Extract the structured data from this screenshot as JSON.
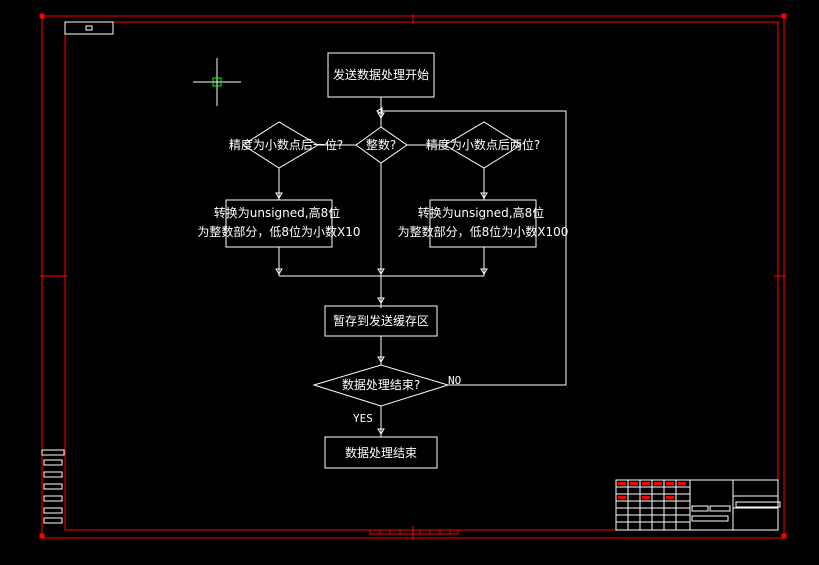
{
  "colors": {
    "background": "#000000",
    "frame": "#ff0000",
    "lines": "#ffffff",
    "crosshair": "#00ff00"
  },
  "flowchart": {
    "start": "发送数据处理开始",
    "decision_integer": "整数?",
    "decision_one_decimal": "精度为小数点后一位?",
    "decision_two_decimal": "精度为小数点后两位?",
    "convert_one_line1": "转换为unsigned,高8位",
    "convert_one_line2": "为整数部分，低8位为小数X10",
    "convert_two_line1": "转换为unsigned,高8位",
    "convert_two_line2": "为整数部分，低8位为小数X100",
    "store": "暂存到发送缓存区",
    "decision_end": "数据处理结束?",
    "no_label": "NO",
    "yes_label": "YES",
    "end": "数据处理结束"
  }
}
